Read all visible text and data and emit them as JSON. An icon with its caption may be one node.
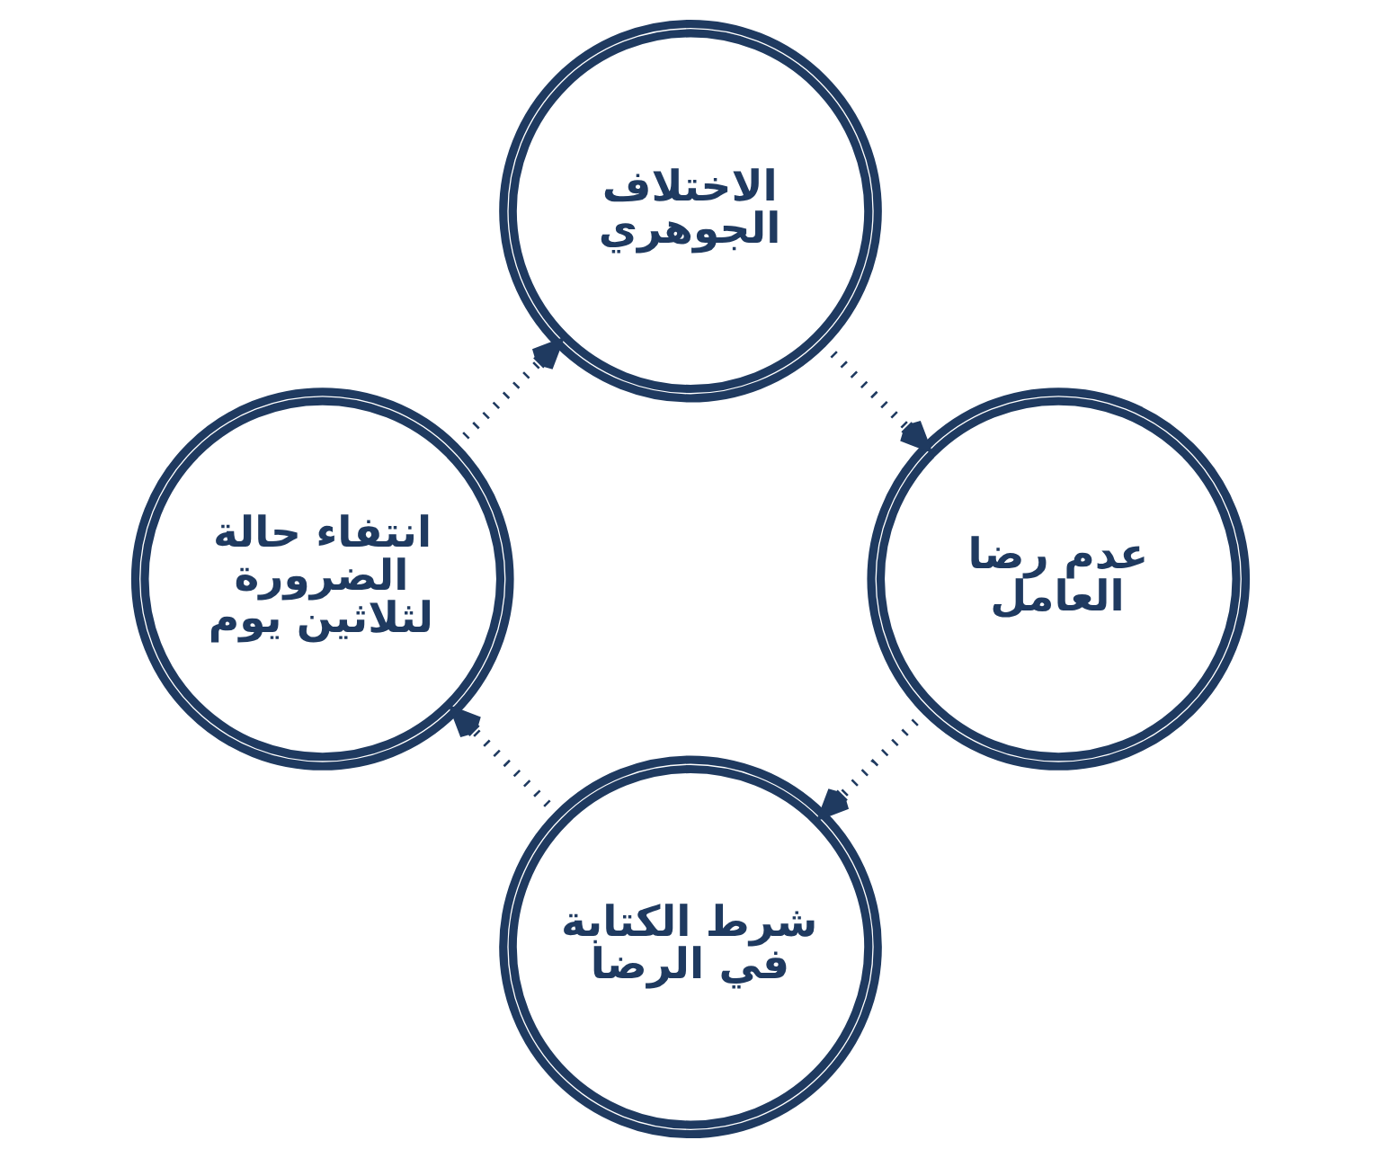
{
  "diagram": {
    "nodes": [
      {
        "text": [
          "الاختلاف الجوهري"
        ]
      },
      {
        "text": [
          "عدم رضا العامل"
        ]
      },
      {
        "text": [
          "شرط الكتابة في الرضا"
        ]
      },
      {
        "text": [
          "انتفاء حالة الضرورة لثلاثين يوم"
        ]
      }
    ],
    "edges": [
      {
        "from": 0,
        "to": 1,
        "arrow": "to",
        "style": "dashed"
      },
      {
        "from": 1,
        "to": 2,
        "arrow": "to",
        "style": "dashed"
      },
      {
        "from": 2,
        "to": 3,
        "arrow": "to",
        "style": "dashed"
      },
      {
        "from": 3,
        "to": 0,
        "arrow": "to",
        "style": "dashed"
      }
    ]
  }
}
